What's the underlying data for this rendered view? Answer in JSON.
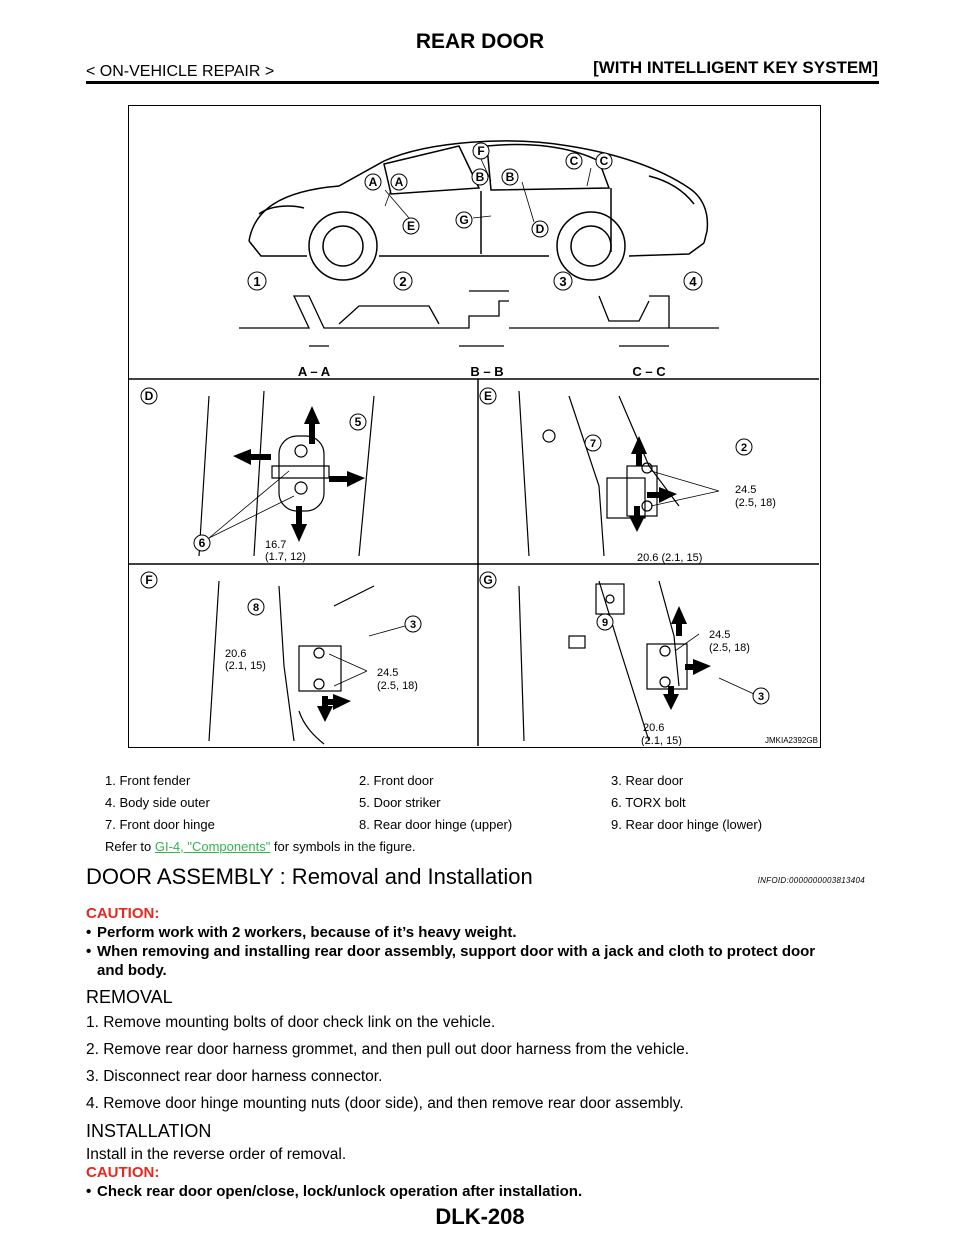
{
  "header": {
    "title": "REAR DOOR",
    "left": "< ON-VEHICLE REPAIR >",
    "right": "[WITH INTELLIGENT KEY SYSTEM]"
  },
  "figure": {
    "code": "JMKIA2392GB",
    "section_letters": [
      "D",
      "E",
      "F",
      "G"
    ],
    "top_callouts": [
      "1",
      "2",
      "3",
      "4"
    ],
    "section_labels": [
      "A – A",
      "B – B",
      "C – C"
    ],
    "car_labels": [
      "A",
      "A",
      "B",
      "B",
      "C",
      "C",
      "D",
      "E",
      "F",
      "G"
    ],
    "torque": {
      "d": [
        "16.7",
        "(1.7, 12)"
      ],
      "e_upper": [
        "24.5",
        "(2.5, 18)"
      ],
      "e_lower": "20.6 (2.1, 15)",
      "f_left": [
        "20.6",
        "(2.1, 15)"
      ],
      "f_right": [
        "24.5",
        "(2.5, 18)"
      ],
      "g_upper": [
        "24.5",
        "(2.5, 18)"
      ],
      "g_lower": [
        "20.6",
        "(2.1, 15)"
      ]
    }
  },
  "legend": {
    "items": [
      [
        "1.   Front fender",
        "2.   Front door",
        "3.   Rear door"
      ],
      [
        "4.   Body side outer",
        "5.   Door striker",
        "6.   TORX bolt"
      ],
      [
        "7.   Front door hinge",
        "8.   Rear door hinge (upper)",
        "9.   Rear door hinge (lower)"
      ]
    ],
    "refer_prefix": "Refer to ",
    "refer_link": "GI-4, \"Components\"",
    "refer_suffix": " for symbols in the figure."
  },
  "section": {
    "title": "DOOR ASSEMBLY : Removal and Installation",
    "infoid": "INFOID:0000000003813404",
    "caution1_heading": "CAUTION:",
    "caution1_items": [
      "Perform work with 2 workers, because of it’s heavy weight.",
      "When removing and installing rear door assembly, support door with a jack and cloth to protect door",
      "and body."
    ],
    "removal_heading": "REMOVAL",
    "removal_steps": [
      "1.   Remove mounting bolts of door check link on the vehicle.",
      "2.   Remove rear door harness grommet, and then pull out door harness from the vehicle.",
      "3.   Disconnect rear door harness connector.",
      "4.   Remove door hinge mounting nuts (door side), and then remove rear door assembly."
    ],
    "installation_heading": "INSTALLATION",
    "installation_text": "Install in the reverse order of removal.",
    "caution2_heading": "CAUTION:",
    "caution2_item": "Check rear door open/close, lock/unlock operation after installation."
  },
  "page_number": "DLK-208"
}
